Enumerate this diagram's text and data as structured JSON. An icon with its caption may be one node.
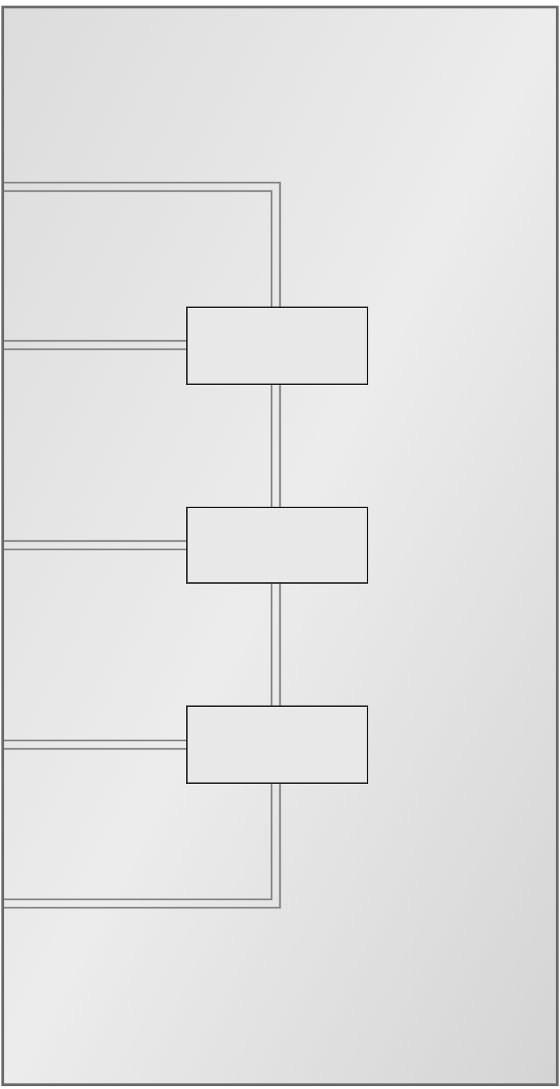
{
  "diagram": {
    "nodes": [
      {
        "text": [],
        "shape": "box"
      },
      {
        "text": [],
        "shape": "box",
        "in": 0
      },
      {
        "text": [],
        "shape": "box",
        "in": 0
      },
      {
        "text": [],
        "shape": "box",
        "in": 0
      }
    ],
    "edges": [
      {
        "from": 0,
        "to": 1,
        "arrow": "none"
      },
      {
        "from": 0,
        "to": 1,
        "arrow": "none"
      },
      {
        "from": 1,
        "to": 2,
        "arrow": "none"
      },
      {
        "from": 0,
        "to": 2,
        "arrow": "none"
      },
      {
        "from": 2,
        "to": 3,
        "arrow": "none"
      },
      {
        "from": 0,
        "to": 3,
        "arrow": "none"
      },
      {
        "from": 0,
        "to": 3,
        "arrow": "none"
      }
    ]
  }
}
